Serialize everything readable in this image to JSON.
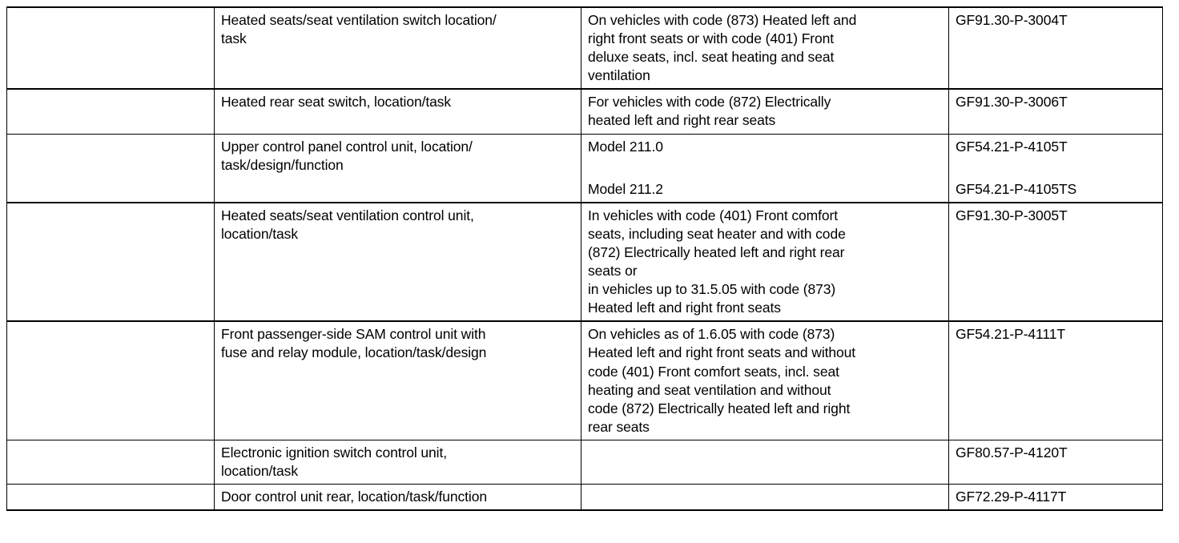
{
  "document": {
    "type": "service-manual-table",
    "columns": [
      {
        "key": "reference",
        "label": ""
      },
      {
        "key": "title",
        "label": ""
      },
      {
        "key": "condition",
        "label": ""
      },
      {
        "key": "document_number",
        "label": ""
      }
    ],
    "rows": [
      {
        "reference": "",
        "title": "Heated seats/seat ventilation switch location/\ntask",
        "condition": "On vehicles with code (873) Heated left and\nright front seats or with code (401) Front\ndeluxe seats, incl. seat heating and seat\nventilation",
        "document_number": "GF91.30-P-3004T",
        "document_number_2": ""
      },
      {
        "reference": "",
        "title": "Heated rear seat switch, location/task",
        "condition": "For vehicles with code (872) Electrically\nheated left and right rear seats",
        "document_number": "GF91.30-P-3006T",
        "document_number_2": ""
      },
      {
        "reference": "",
        "title": "Upper control panel control unit, location/\ntask/design/function",
        "condition": "Model 211.0",
        "condition_2": "Model 211.2",
        "document_number": "GF54.21-P-4105T",
        "document_number_2": "GF54.21-P-4105TS"
      },
      {
        "reference": "",
        "title": "Heated seats/seat ventilation control unit,\nlocation/task",
        "condition": "In vehicles with code (401) Front comfort\nseats, including seat heater and with code\n(872) Electrically heated left and right rear\nseats or\nin vehicles up to 31.5.05 with code (873)\nHeated left and right front seats",
        "document_number": "GF91.30-P-3005T",
        "document_number_2": ""
      },
      {
        "reference": "",
        "title": "Front passenger-side SAM control unit with\nfuse and relay module, location/task/design",
        "condition": "On vehicles as of 1.6.05 with code (873)\nHeated left and right front seats and without\ncode (401) Front comfort seats, incl. seat\nheating and seat ventilation and without\ncode (872) Electrically heated left and right\nrear seats",
        "document_number": "GF54.21-P-4111T",
        "document_number_2": ""
      },
      {
        "reference": "",
        "title": "Electronic ignition switch control unit,\nlocation/task",
        "condition": "",
        "document_number": "GF80.57-P-4120T",
        "document_number_2": ""
      },
      {
        "reference": "",
        "title": "Door control unit rear, location/task/function",
        "condition": "",
        "document_number": "GF72.29-P-4117T",
        "document_number_2": ""
      }
    ]
  },
  "style": {
    "text_color": "#000000",
    "background_color": "#ffffff",
    "border_color": "#000000"
  }
}
